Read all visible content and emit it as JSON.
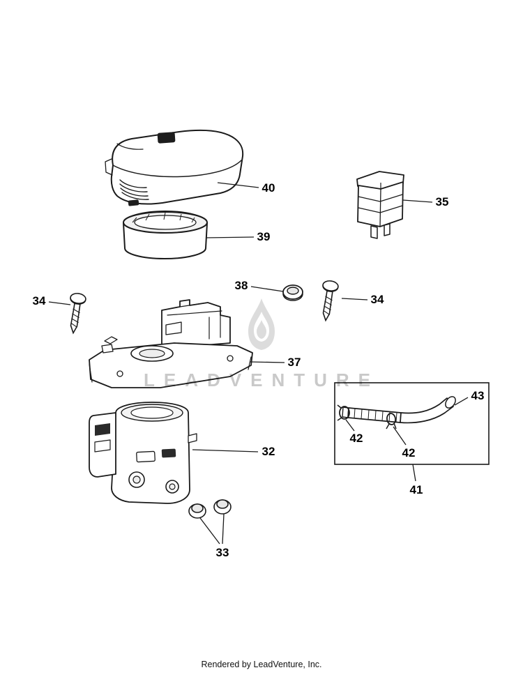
{
  "page": {
    "watermark": "LEADVENTURE",
    "footer": "Rendered by LeadVenture, Inc."
  },
  "callouts": {
    "c40": "40",
    "c39": "39",
    "c35": "35",
    "c38": "38",
    "c34_left": "34",
    "c34_right": "34",
    "c37": "37",
    "c32": "32",
    "c33": "33",
    "c41": "41",
    "c42_left": "42",
    "c42_right": "42",
    "c43": "43"
  }
}
